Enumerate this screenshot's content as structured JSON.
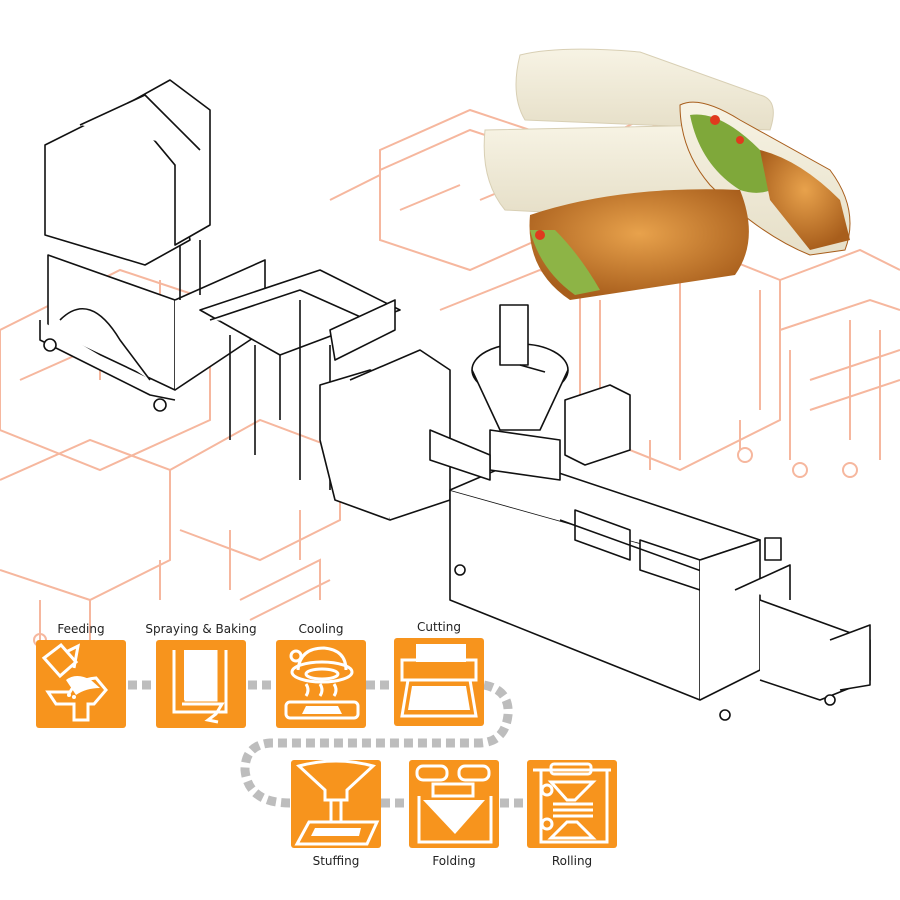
{
  "colors": {
    "accent_orange": "#F7941D",
    "connector_gray": "#BDBDBD",
    "background_machine_lines": "#F6B79E",
    "foreground_machine_lines": "#111111"
  },
  "illustration": {
    "main_subject": "Automatic spring roll / egg roll production line (line drawing)",
    "product_photo": "Spring rolls (white wrapped and fried with vegetable filling)"
  },
  "process": {
    "steps": [
      {
        "label": "Feeding",
        "icon": "feeding-icon"
      },
      {
        "label": "Spraying & Baking",
        "icon": "spraying-baking-icon"
      },
      {
        "label": "Cooling",
        "icon": "cooling-icon"
      },
      {
        "label": "Cutting",
        "icon": "cutting-icon"
      },
      {
        "label": "Stuffing",
        "icon": "stuffing-icon"
      },
      {
        "label": "Folding",
        "icon": "folding-icon"
      },
      {
        "label": "Rolling",
        "icon": "rolling-icon"
      }
    ]
  }
}
